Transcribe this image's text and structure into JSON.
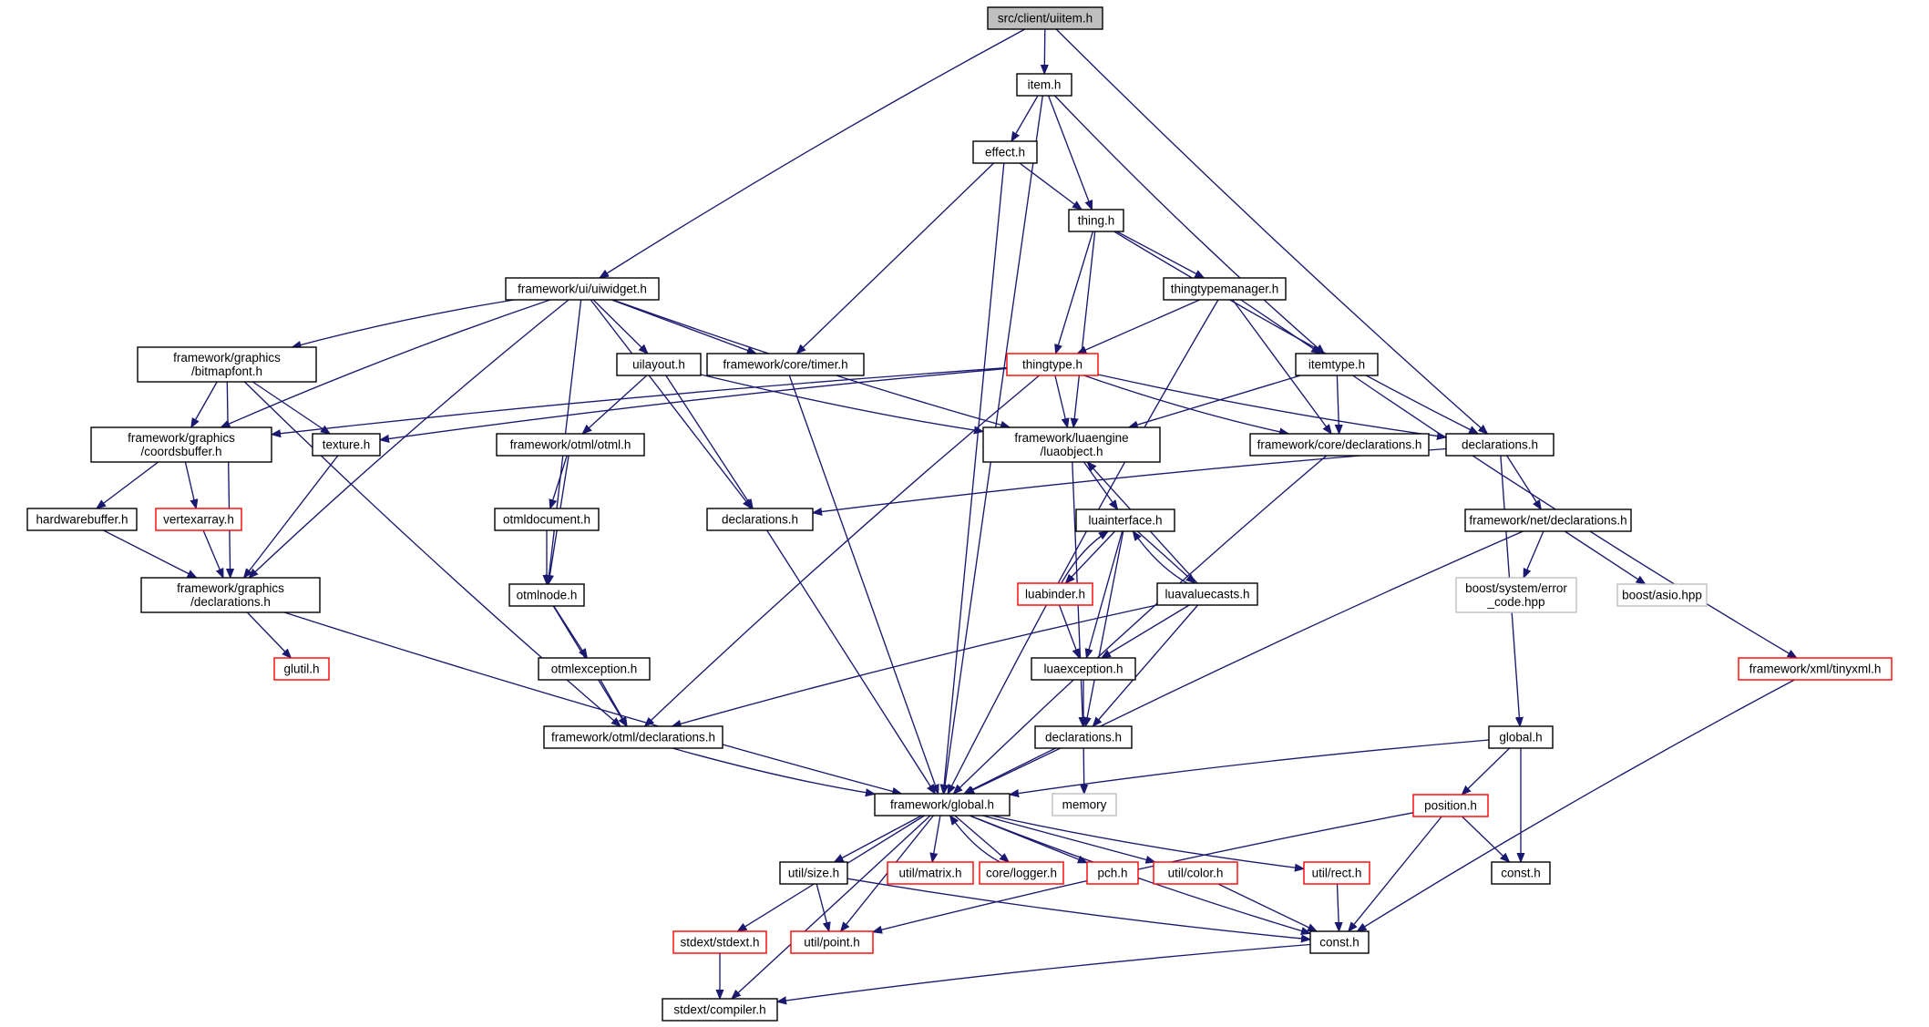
{
  "diagram": {
    "root": "src/client/uiitem.h",
    "colors": {
      "root_fill": "#bfbfbf",
      "node_stroke": "#000000",
      "truncated_stroke": "#ff0000",
      "external_stroke": "#bfbfbf",
      "external_text": "#000000",
      "edge": "#191970",
      "background": "#ffffff"
    },
    "nodes": [
      {
        "id": "uiitem",
        "lines": [
          "src/client/uiitem.h"
        ],
        "kind": "root"
      },
      {
        "id": "item",
        "lines": [
          "item.h"
        ],
        "kind": "normal"
      },
      {
        "id": "effect",
        "lines": [
          "effect.h"
        ],
        "kind": "normal"
      },
      {
        "id": "thing",
        "lines": [
          "thing.h"
        ],
        "kind": "normal"
      },
      {
        "id": "uiwidget",
        "lines": [
          "framework/ui/uiwidget.h"
        ],
        "kind": "normal"
      },
      {
        "id": "thingtypemanager",
        "lines": [
          "thingtypemanager.h"
        ],
        "kind": "normal"
      },
      {
        "id": "bitmapfont",
        "lines": [
          "framework/graphics",
          "/bitmapfont.h"
        ],
        "kind": "normal"
      },
      {
        "id": "uilayout",
        "lines": [
          "uilayout.h"
        ],
        "kind": "normal"
      },
      {
        "id": "timer",
        "lines": [
          "framework/core/timer.h"
        ],
        "kind": "normal"
      },
      {
        "id": "thingtype",
        "lines": [
          "thingtype.h"
        ],
        "kind": "truncated"
      },
      {
        "id": "itemtype",
        "lines": [
          "itemtype.h"
        ],
        "kind": "normal"
      },
      {
        "id": "coordsbuffer",
        "lines": [
          "framework/graphics",
          "/coordsbuffer.h"
        ],
        "kind": "normal"
      },
      {
        "id": "texture",
        "lines": [
          "texture.h"
        ],
        "kind": "normal"
      },
      {
        "id": "otml",
        "lines": [
          "framework/otml/otml.h"
        ],
        "kind": "normal"
      },
      {
        "id": "luaobject",
        "lines": [
          "framework/luaengine",
          "/luaobject.h"
        ],
        "kind": "normal"
      },
      {
        "id": "coredecl",
        "lines": [
          "framework/core/declarations.h"
        ],
        "kind": "normal"
      },
      {
        "id": "declarations",
        "lines": [
          "declarations.h"
        ],
        "kind": "normal"
      },
      {
        "id": "hardwarebuffer",
        "lines": [
          "hardwarebuffer.h"
        ],
        "kind": "normal"
      },
      {
        "id": "vertexarray",
        "lines": [
          "vertexarray.h"
        ],
        "kind": "truncated"
      },
      {
        "id": "otmldocument",
        "lines": [
          "otmldocument.h"
        ],
        "kind": "normal"
      },
      {
        "id": "uidecl",
        "lines": [
          "declarations.h"
        ],
        "kind": "normal"
      },
      {
        "id": "luainterface",
        "lines": [
          "luainterface.h"
        ],
        "kind": "normal"
      },
      {
        "id": "netdecl",
        "lines": [
          "framework/net/declarations.h"
        ],
        "kind": "normal"
      },
      {
        "id": "graphicsdecl",
        "lines": [
          "framework/graphics",
          "/declarations.h"
        ],
        "kind": "normal"
      },
      {
        "id": "otmlnode",
        "lines": [
          "otmlnode.h"
        ],
        "kind": "normal"
      },
      {
        "id": "luabinder",
        "lines": [
          "luabinder.h"
        ],
        "kind": "truncated"
      },
      {
        "id": "luavaluecasts",
        "lines": [
          "luavaluecasts.h"
        ],
        "kind": "normal"
      },
      {
        "id": "errorcode",
        "lines": [
          "boost/system/error",
          "_code.hpp"
        ],
        "kind": "external"
      },
      {
        "id": "asio",
        "lines": [
          "boost/asio.hpp"
        ],
        "kind": "external"
      },
      {
        "id": "glutil",
        "lines": [
          "glutil.h"
        ],
        "kind": "truncated"
      },
      {
        "id": "otmlexception",
        "lines": [
          "otmlexception.h"
        ],
        "kind": "normal"
      },
      {
        "id": "luaexception",
        "lines": [
          "luaexception.h"
        ],
        "kind": "normal"
      },
      {
        "id": "tinyxml",
        "lines": [
          "framework/xml/tinyxml.h"
        ],
        "kind": "truncated"
      },
      {
        "id": "otmldecl",
        "lines": [
          "framework/otml/declarations.h"
        ],
        "kind": "normal"
      },
      {
        "id": "luadecl",
        "lines": [
          "declarations.h"
        ],
        "kind": "normal"
      },
      {
        "id": "globalh",
        "lines": [
          "global.h"
        ],
        "kind": "normal"
      },
      {
        "id": "fwglobal",
        "lines": [
          "framework/global.h"
        ],
        "kind": "normal"
      },
      {
        "id": "memory",
        "lines": [
          "memory"
        ],
        "kind": "external"
      },
      {
        "id": "position",
        "lines": [
          "position.h"
        ],
        "kind": "truncated"
      },
      {
        "id": "size",
        "lines": [
          "util/size.h"
        ],
        "kind": "normal"
      },
      {
        "id": "matrix",
        "lines": [
          "util/matrix.h"
        ],
        "kind": "truncated"
      },
      {
        "id": "logger",
        "lines": [
          "core/logger.h"
        ],
        "kind": "truncated"
      },
      {
        "id": "pch",
        "lines": [
          "pch.h"
        ],
        "kind": "truncated"
      },
      {
        "id": "color",
        "lines": [
          "util/color.h"
        ],
        "kind": "truncated"
      },
      {
        "id": "rect",
        "lines": [
          "util/rect.h"
        ],
        "kind": "truncated"
      },
      {
        "id": "clientconst",
        "lines": [
          "const.h"
        ],
        "kind": "normal"
      },
      {
        "id": "stdext",
        "lines": [
          "stdext/stdext.h"
        ],
        "kind": "truncated"
      },
      {
        "id": "point",
        "lines": [
          "util/point.h"
        ],
        "kind": "truncated"
      },
      {
        "id": "fwconst",
        "lines": [
          "const.h"
        ],
        "kind": "normal"
      },
      {
        "id": "compiler",
        "lines": [
          "stdext/compiler.h"
        ],
        "kind": "normal"
      }
    ],
    "edges": [
      [
        "uiitem",
        "item"
      ],
      [
        "uiitem",
        "uiwidget"
      ],
      [
        "uiitem",
        "declarations"
      ],
      [
        "item",
        "effect"
      ],
      [
        "item",
        "thing"
      ],
      [
        "item",
        "itemtype"
      ],
      [
        "item",
        "fwglobal"
      ],
      [
        "effect",
        "thing"
      ],
      [
        "effect",
        "timer"
      ],
      [
        "effect",
        "fwglobal"
      ],
      [
        "thing",
        "thingtype"
      ],
      [
        "thing",
        "thingtypemanager"
      ],
      [
        "thing",
        "luaobject"
      ],
      [
        "thing",
        "declarations"
      ],
      [
        "thingtypemanager",
        "thingtype"
      ],
      [
        "thingtypemanager",
        "itemtype"
      ],
      [
        "thingtypemanager",
        "coredecl"
      ],
      [
        "thingtypemanager",
        "fwglobal"
      ],
      [
        "uiwidget",
        "bitmapfont"
      ],
      [
        "uiwidget",
        "coordsbuffer"
      ],
      [
        "uiwidget",
        "graphicsdecl"
      ],
      [
        "uiwidget",
        "uilayout"
      ],
      [
        "uiwidget",
        "timer"
      ],
      [
        "uiwidget",
        "luaobject"
      ],
      [
        "uiwidget",
        "otmlnode"
      ],
      [
        "uiwidget",
        "uidecl"
      ],
      [
        "bitmapfont",
        "coordsbuffer"
      ],
      [
        "bitmapfont",
        "texture"
      ],
      [
        "bitmapfont",
        "graphicsdecl"
      ],
      [
        "bitmapfont",
        "otmldecl"
      ],
      [
        "uilayout",
        "otml"
      ],
      [
        "uilayout",
        "uidecl"
      ],
      [
        "uilayout",
        "luaobject"
      ],
      [
        "timer",
        "fwglobal"
      ],
      [
        "thingtype",
        "coordsbuffer"
      ],
      [
        "thingtype",
        "texture"
      ],
      [
        "thingtype",
        "luaobject"
      ],
      [
        "thingtype",
        "coredecl"
      ],
      [
        "thingtype",
        "declarations"
      ],
      [
        "thingtype",
        "otmldecl"
      ],
      [
        "itemtype",
        "luaobject"
      ],
      [
        "itemtype",
        "coredecl"
      ],
      [
        "itemtype",
        "tinyxml"
      ],
      [
        "coordsbuffer",
        "hardwarebuffer"
      ],
      [
        "coordsbuffer",
        "vertexarray"
      ],
      [
        "texture",
        "graphicsdecl"
      ],
      [
        "otml",
        "otmldocument"
      ],
      [
        "otml",
        "otmlnode"
      ],
      [
        "luaobject",
        "luainterface"
      ],
      [
        "luaobject",
        "luadecl"
      ],
      [
        "coredecl",
        "fwglobal"
      ],
      [
        "declarations",
        "uidecl"
      ],
      [
        "declarations",
        "netdecl"
      ],
      [
        "declarations",
        "globalh"
      ],
      [
        "hardwarebuffer",
        "graphicsdecl"
      ],
      [
        "vertexarray",
        "graphicsdecl"
      ],
      [
        "otmldocument",
        "otmlnode"
      ],
      [
        "uidecl",
        "fwglobal"
      ],
      [
        "luainterface",
        "luabinder"
      ],
      [
        "luainterface",
        "luavaluecasts"
      ],
      [
        "luainterface",
        "luaexception"
      ],
      [
        "luainterface",
        "luadecl"
      ],
      [
        "luabinder",
        "luainterface"
      ],
      [
        "luabinder",
        "luaexception"
      ],
      [
        "luavaluecasts",
        "luainterface"
      ],
      [
        "luavaluecasts",
        "luaobject"
      ],
      [
        "luavaluecasts",
        "luaexception"
      ],
      [
        "luavaluecasts",
        "luadecl"
      ],
      [
        "luavaluecasts",
        "otmldecl"
      ],
      [
        "netdecl",
        "errorcode"
      ],
      [
        "netdecl",
        "asio"
      ],
      [
        "netdecl",
        "fwglobal"
      ],
      [
        "graphicsdecl",
        "glutil"
      ],
      [
        "graphicsdecl",
        "fwglobal"
      ],
      [
        "otmlnode",
        "otmlexception"
      ],
      [
        "otmlnode",
        "otmldecl"
      ],
      [
        "otmlexception",
        "otmldecl"
      ],
      [
        "luaexception",
        "luadecl"
      ],
      [
        "tinyxml",
        "fwconst"
      ],
      [
        "otmldecl",
        "fwglobal"
      ],
      [
        "luadecl",
        "fwglobal"
      ],
      [
        "luadecl",
        "memory"
      ],
      [
        "globalh",
        "fwglobal"
      ],
      [
        "globalh",
        "position"
      ],
      [
        "globalh",
        "clientconst"
      ],
      [
        "position",
        "clientconst"
      ],
      [
        "position",
        "fwconst"
      ],
      [
        "position",
        "point"
      ],
      [
        "fwglobal",
        "size"
      ],
      [
        "fwglobal",
        "matrix"
      ],
      [
        "fwglobal",
        "logger"
      ],
      [
        "fwglobal",
        "pch"
      ],
      [
        "fwglobal",
        "color"
      ],
      [
        "fwglobal",
        "rect"
      ],
      [
        "fwglobal",
        "fwconst"
      ],
      [
        "fwglobal",
        "stdext"
      ],
      [
        "fwglobal",
        "point"
      ],
      [
        "fwglobal",
        "compiler"
      ],
      [
        "logger",
        "fwglobal"
      ],
      [
        "size",
        "point"
      ],
      [
        "size",
        "fwconst"
      ],
      [
        "color",
        "fwconst"
      ],
      [
        "rect",
        "fwconst"
      ],
      [
        "stdext",
        "compiler"
      ],
      [
        "fwconst",
        "compiler"
      ]
    ]
  }
}
